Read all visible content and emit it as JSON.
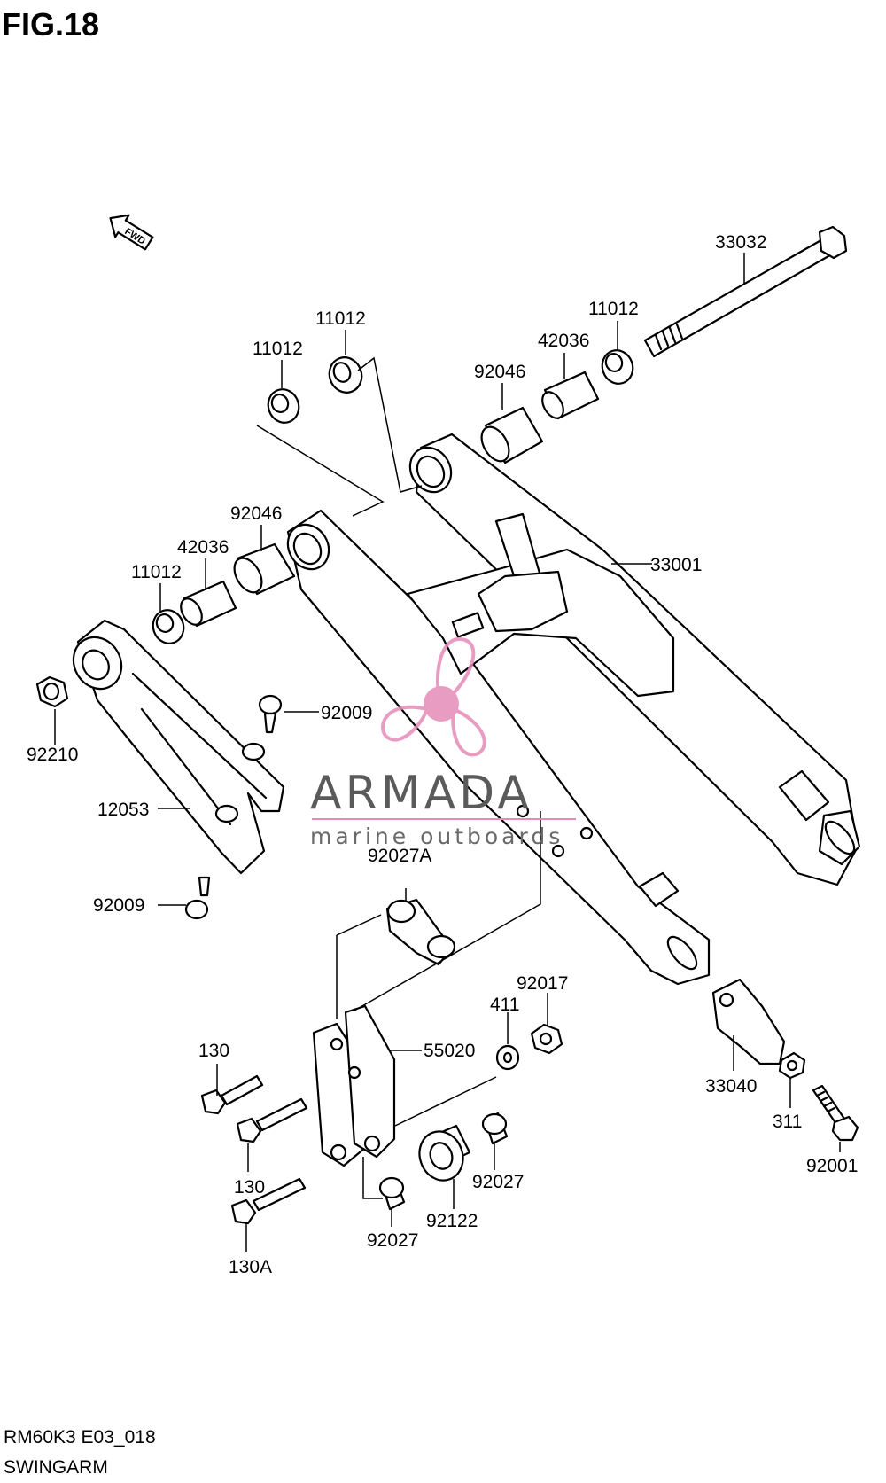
{
  "figure": {
    "title": "FIG.18"
  },
  "direction": {
    "label": "FWD"
  },
  "parts": [
    {
      "id": "p-33032",
      "label": "33032"
    },
    {
      "id": "p-11012-a",
      "label": "11012"
    },
    {
      "id": "p-11012-b",
      "label": "11012"
    },
    {
      "id": "p-11012-c",
      "label": "11012"
    },
    {
      "id": "p-11012-d",
      "label": "11012"
    },
    {
      "id": "p-42036-a",
      "label": "42036"
    },
    {
      "id": "p-42036-b",
      "label": "42036"
    },
    {
      "id": "p-92046-a",
      "label": "92046"
    },
    {
      "id": "p-92046-b",
      "label": "92046"
    },
    {
      "id": "p-33001",
      "label": "33001"
    },
    {
      "id": "p-92210",
      "label": "92210"
    },
    {
      "id": "p-92009-a",
      "label": "92009"
    },
    {
      "id": "p-92009-b",
      "label": "92009"
    },
    {
      "id": "p-12053",
      "label": "12053"
    },
    {
      "id": "p-92027A",
      "label": "92027A"
    },
    {
      "id": "p-92017",
      "label": "92017"
    },
    {
      "id": "p-411",
      "label": "411"
    },
    {
      "id": "p-55020",
      "label": "55020"
    },
    {
      "id": "p-130-a",
      "label": "130"
    },
    {
      "id": "p-130-b",
      "label": "130"
    },
    {
      "id": "p-130A",
      "label": "130A"
    },
    {
      "id": "p-33040",
      "label": "33040"
    },
    {
      "id": "p-311",
      "label": "311"
    },
    {
      "id": "p-92001",
      "label": "92001"
    },
    {
      "id": "p-92027-a",
      "label": "92027"
    },
    {
      "id": "p-92027-b",
      "label": "92027"
    },
    {
      "id": "p-92122",
      "label": "92122"
    }
  ],
  "watermark": {
    "brand": "ARMADA",
    "tagline": "marine outboards"
  },
  "footer": {
    "code": "RM60K3 E03_018",
    "section": "SWINGARM"
  },
  "colors": {
    "watermark_accent": "#e58bb8",
    "line": "#000000"
  }
}
